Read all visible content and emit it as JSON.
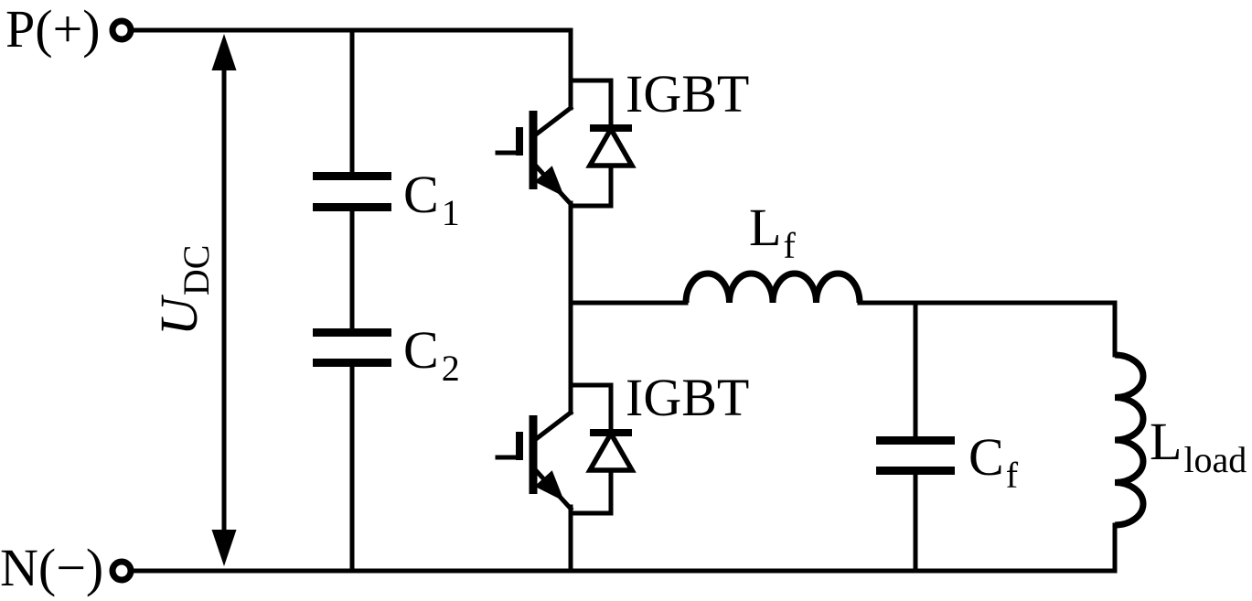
{
  "colors": {
    "ink": "#000000",
    "background": "#ffffff"
  },
  "terminals": {
    "positive": {
      "label": "P(+)"
    },
    "negative": {
      "label": "N(−)"
    }
  },
  "dc_link": {
    "voltage": {
      "base": "U",
      "sub": "DC"
    },
    "capacitor_1": {
      "base": "C",
      "sub": "1"
    },
    "capacitor_2": {
      "base": "C",
      "sub": "2"
    }
  },
  "bridge": {
    "upper_switch_label": "IGBT",
    "lower_switch_label": "IGBT"
  },
  "output_filter": {
    "inductor": {
      "base": "L",
      "sub": "f"
    },
    "capacitor": {
      "base": "C",
      "sub": "f"
    }
  },
  "load": {
    "inductor": {
      "base": "L",
      "sub": "load"
    }
  }
}
